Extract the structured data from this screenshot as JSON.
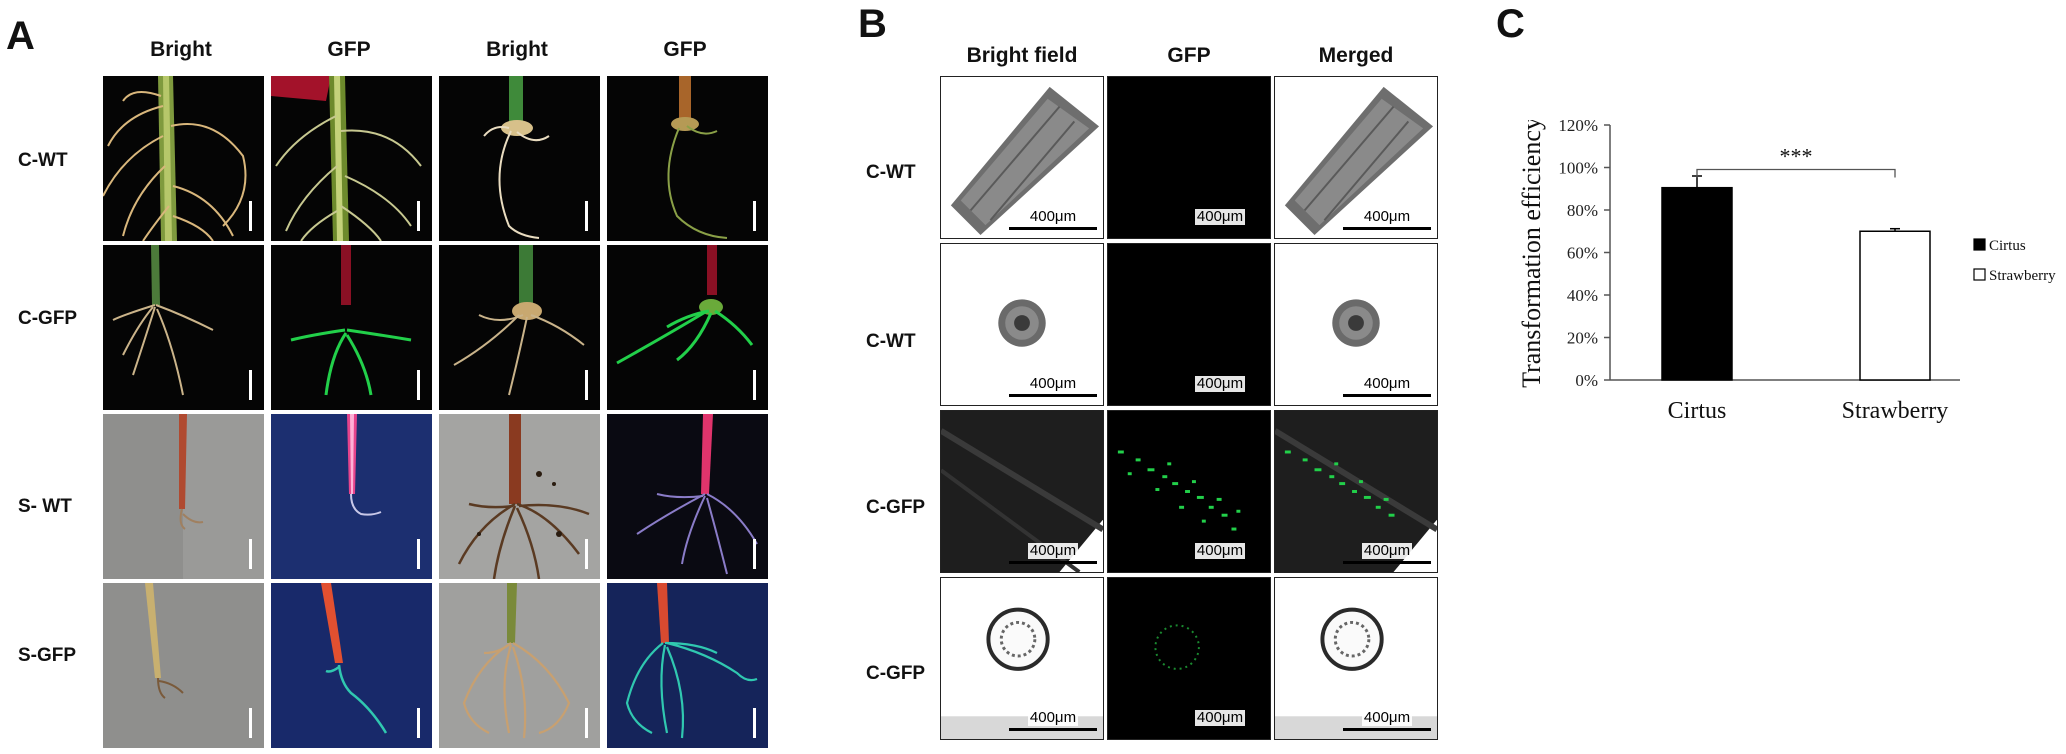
{
  "panel_a": {
    "letter": "A",
    "col_headers": [
      "Bright",
      "GFP",
      "Bright",
      "GFP"
    ],
    "row_labels": [
      "C-WT",
      "C-GFP",
      "S- WT",
      "S-GFP"
    ]
  },
  "panel_b": {
    "letter": "B",
    "col_headers": [
      "Bright field",
      "GFP",
      "Merged"
    ],
    "row_labels": [
      "C-WT",
      "C-WT",
      "C-GFP",
      "C-GFP"
    ],
    "scale_label": "400μm"
  },
  "panel_c": {
    "letter": "C",
    "significance": "***"
  },
  "colors": {
    "gfp_green": "#22d04a",
    "bar_citrus": "#000000",
    "bar_strawberry": "#ffffff"
  },
  "chart_data": {
    "type": "bar",
    "categories": [
      "Cirtus",
      "Strawberry"
    ],
    "series": [
      {
        "name": "Cirtus",
        "values": [
          0.905,
          null
        ]
      },
      {
        "name": "Strawberry",
        "values": [
          null,
          0.7
        ]
      }
    ],
    "values": [
      0.905,
      0.7
    ],
    "errors": [
      0.055,
      0.012
    ],
    "ylabel": "Transformation efficiency",
    "xlabel": "",
    "ylim": [
      0,
      1.2
    ],
    "yticks": [
      "0%",
      "20%",
      "40%",
      "60%",
      "80%",
      "100%",
      "120%"
    ],
    "legend": [
      "Cirtus",
      "Strawberry"
    ],
    "legend_position": "right",
    "grid": false
  }
}
